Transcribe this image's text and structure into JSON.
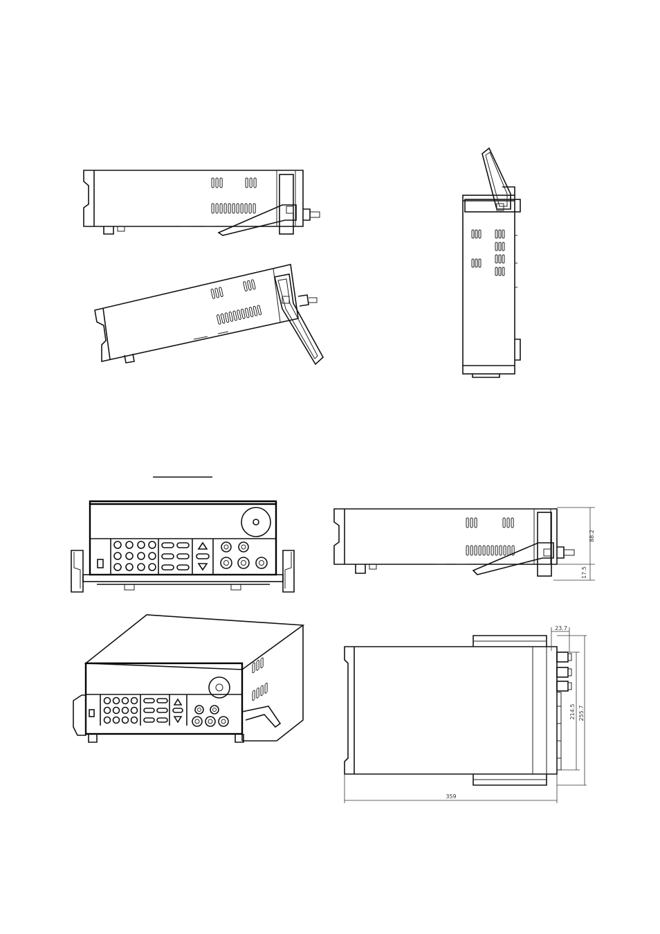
{
  "dimensions": {
    "height_main": "88.2",
    "height_foot": "17.5",
    "offset_top": "23.7",
    "width_inner": "214.5",
    "width_outer": "255.7",
    "depth": "359"
  }
}
